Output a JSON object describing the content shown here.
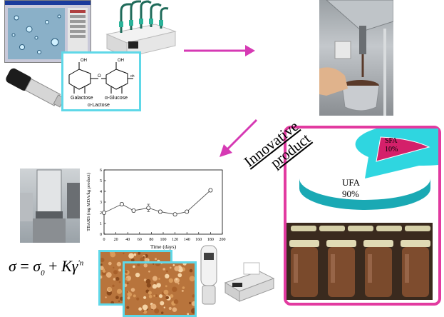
{
  "colors": {
    "arrow": "#d63ab4",
    "frame_pink": "#e23aa0",
    "frame_cyan": "#5fd8e8",
    "pie_ufa": "#2fd6e0",
    "pie_sfa": "#d4206a"
  },
  "lactose": {
    "galactose": "Galactose",
    "glucose": "α-Glucose",
    "lactose": "α-Lactose",
    "oh": "OH",
    "oh_lower": "oh",
    "o": "O"
  },
  "product": {
    "title_line1": "Innovative",
    "title_line2": "product",
    "pie": [
      {
        "label": "UFA",
        "value": "90%",
        "fraction": 0.9
      },
      {
        "label": "SFA",
        "value": "10%",
        "fraction": 0.1
      }
    ]
  },
  "formula": {
    "sigma": "σ",
    "eq": "=",
    "sigma0": "σ",
    "sub0": "0",
    "plus": "+",
    "K": "K",
    "gamma": "γ",
    "sup": "'n"
  },
  "chart_data": {
    "type": "line",
    "xlabel": "Time (days)",
    "ylabel": "TBARS (mg MDA/kg product)",
    "xlim": [
      0,
      200
    ],
    "ylim": [
      0,
      6
    ],
    "xticks": [
      0,
      20,
      40,
      60,
      80,
      100,
      120,
      140,
      160,
      180,
      200
    ],
    "yticks": [
      0,
      1,
      2,
      3,
      4,
      5,
      6
    ],
    "x": [
      0,
      30,
      50,
      75,
      95,
      120,
      140,
      180
    ],
    "y": [
      2.0,
      2.8,
      2.2,
      2.45,
      2.1,
      1.85,
      2.1,
      4.1
    ],
    "error": [
      0.1,
      0.15,
      0.15,
      0.35,
      0.15,
      0.1,
      0.1,
      0.15
    ],
    "marker": "open-circle",
    "grid": false
  }
}
